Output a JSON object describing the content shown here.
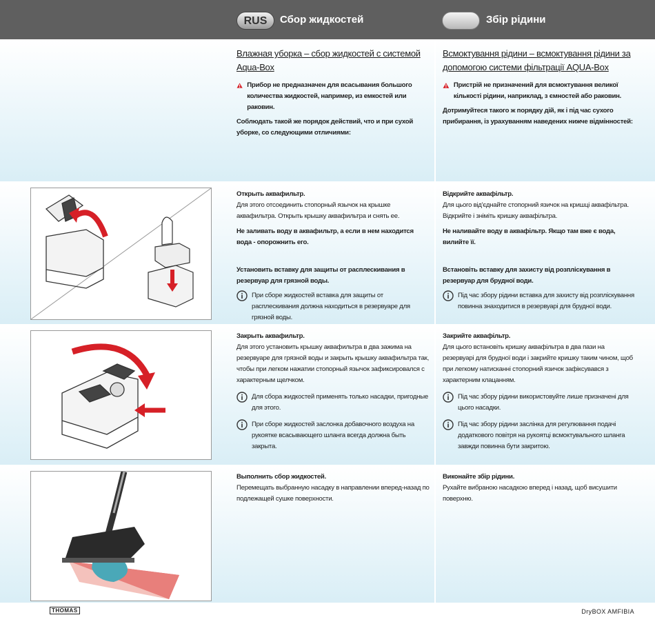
{
  "header": {
    "rus_badge": "RUS",
    "rus_title": "Сбор жидкостей",
    "ua_title": "Збір рідини"
  },
  "intro": {
    "ru_title": "Влажная уборка – сбор жидкостей с системой Aqua-Box",
    "ru_warning": "Прибор не предназначен для всасывания большого количества жидкостей, например, из емкостей или раковин.",
    "ru_text": "Соблюдать такой же порядок действий, что и при сухой уборке, со следующими отличиями:",
    "ua_title": "Всмоктування рідини – всмоктування рідини за допомогою системи фільтрації AQUA-Box",
    "ua_warning": "Пристрій не призначений для всмоктування великої кількості рідини, наприклад, з ємностей або раковин.",
    "ua_text": "Дотримуйтеся такого ж порядку дій, як і під час сухого прибирання, із урахуванням наведених нижче відмінностей:"
  },
  "step1": {
    "ru_head": "Открыть аквафильтр.",
    "ru_body": "Для этого отсоединить стопорный язычок на крышке аквафильтра. Открыть крышку аквафильтра и снять ее.",
    "ru_bold": "Не заливать воду в аквафильтр, а если в нем находится вода - опорожнить его.",
    "ru_head2": "Установить вставку для защиты от расплескивания в резервуар для грязной воды.",
    "ru_note": "При сборе жидкостей вставка для защиты от расплескивания должна находиться в резервуаре для грязной воды.",
    "ua_head": "Відкрийте аквафільтр.",
    "ua_body": "Для цього від'єднайте стопорний язичок на кришці аквафільтра. Відкрийте і зніміть кришку аквафільтра.",
    "ua_bold": "Не наливайте воду в аквафільтр. Якщо там вже є вода, вилийте її.",
    "ua_head2": "Встановіть вставку для захисту від розпліскування в резервуар для брудної води.",
    "ua_note": "Під час збору рідини вставка для захисту від розпліскування повинна знаходитися в резервуарі для брудної води."
  },
  "step2": {
    "ru_head": "Закрыть аквафильтр.",
    "ru_body": "Для этого установить крышку аквафильтра в два зажима на резервуаре для грязной воды и закрыть крышку аквафильтра так, чтобы при легком нажатии стопорный язычок зафиксировался с характерным щелчком.",
    "ru_note1": "Для сбора жидкостей применять только насадки, пригодные для этого.",
    "ru_note2": "При сборе жидкостей заслонка добавочного воздуха на рукоятке всасывающего шланга всегда должна быть закрыта.",
    "ua_head": "Закрийте аквафільтр.",
    "ua_body": "Для цього встановіть кришку аквафільтра в два пази на резервуарі для брудної води і закрийте кришку таким чином, щоб при легкому натисканні стопорний язичок зафіксувався з характерним клацанням.",
    "ua_note1": "Під час збору рідини використовуйте лише призначені для цього насадки.",
    "ua_note2": "Під час збору рідини заслінка для регулювання подачі додаткового повітря на рукоятці всмоктувального шланга завжди повинна бути закритою."
  },
  "step3": {
    "ru_head": "Выполнить сбор жидкостей.",
    "ru_body": "Перемещать выбранную насадку в направлении вперед-назад по подлежащей сушке поверхности.",
    "ua_head": "Виконайте збір рідини.",
    "ua_body": "Рухайте вибраною насадкою вперед і назад, щоб висушити поверхню."
  },
  "footer": {
    "brand": "THOMAS",
    "model": "DryBOX AMFIBIA"
  },
  "colors": {
    "accent_red": "#d62027",
    "header_gray": "#5f5f5f",
    "panel_blue": "#d9eef6"
  }
}
